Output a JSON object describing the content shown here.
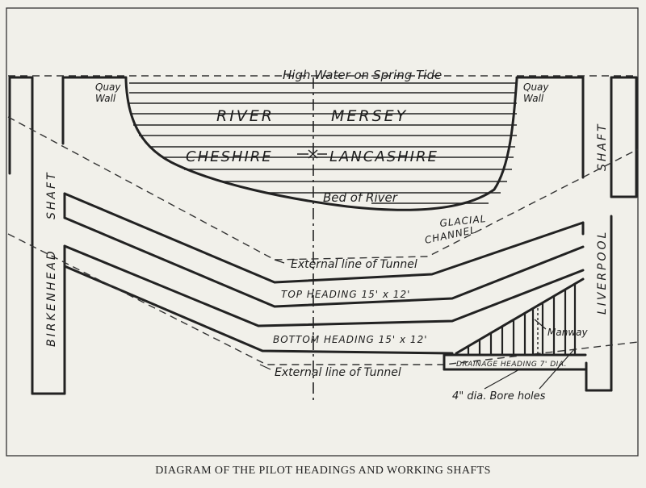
{
  "labels": {
    "high_water": "High Water on Spring Tide",
    "quay_wall_left_1": "Quay",
    "quay_wall_left_2": "Wall",
    "quay_wall_right_1": "Quay",
    "quay_wall_right_2": "Wall",
    "river_1": "RIVER",
    "river_2": "MERSEY",
    "county_1": "CHESHIRE",
    "county_2": "LANCASHIRE",
    "bed": "Bed of River",
    "glacial_1": "GLACIAL",
    "glacial_2": "CHANNEL",
    "ext_top": "External line of Tunnel",
    "top_heading": "TOP  HEADING 15' x 12'",
    "bottom_heading": "BOTTOM HEADING  15' x 12'",
    "manway": "Manway",
    "drainage": "DRAINAGE HEADING 7' DIA.",
    "ext_bottom": "External line of Tunnel",
    "bore_holes": "4\" dia. Bore holes",
    "birkenhead": "BIRKENHEAD",
    "shaft_left": "SHAFT",
    "liverpool": "LIVERPOOL",
    "shaft_right": "SHAFT"
  },
  "caption": "DIAGRAM OF THE PILOT HEADINGS AND WORKING SHAFTS"
}
